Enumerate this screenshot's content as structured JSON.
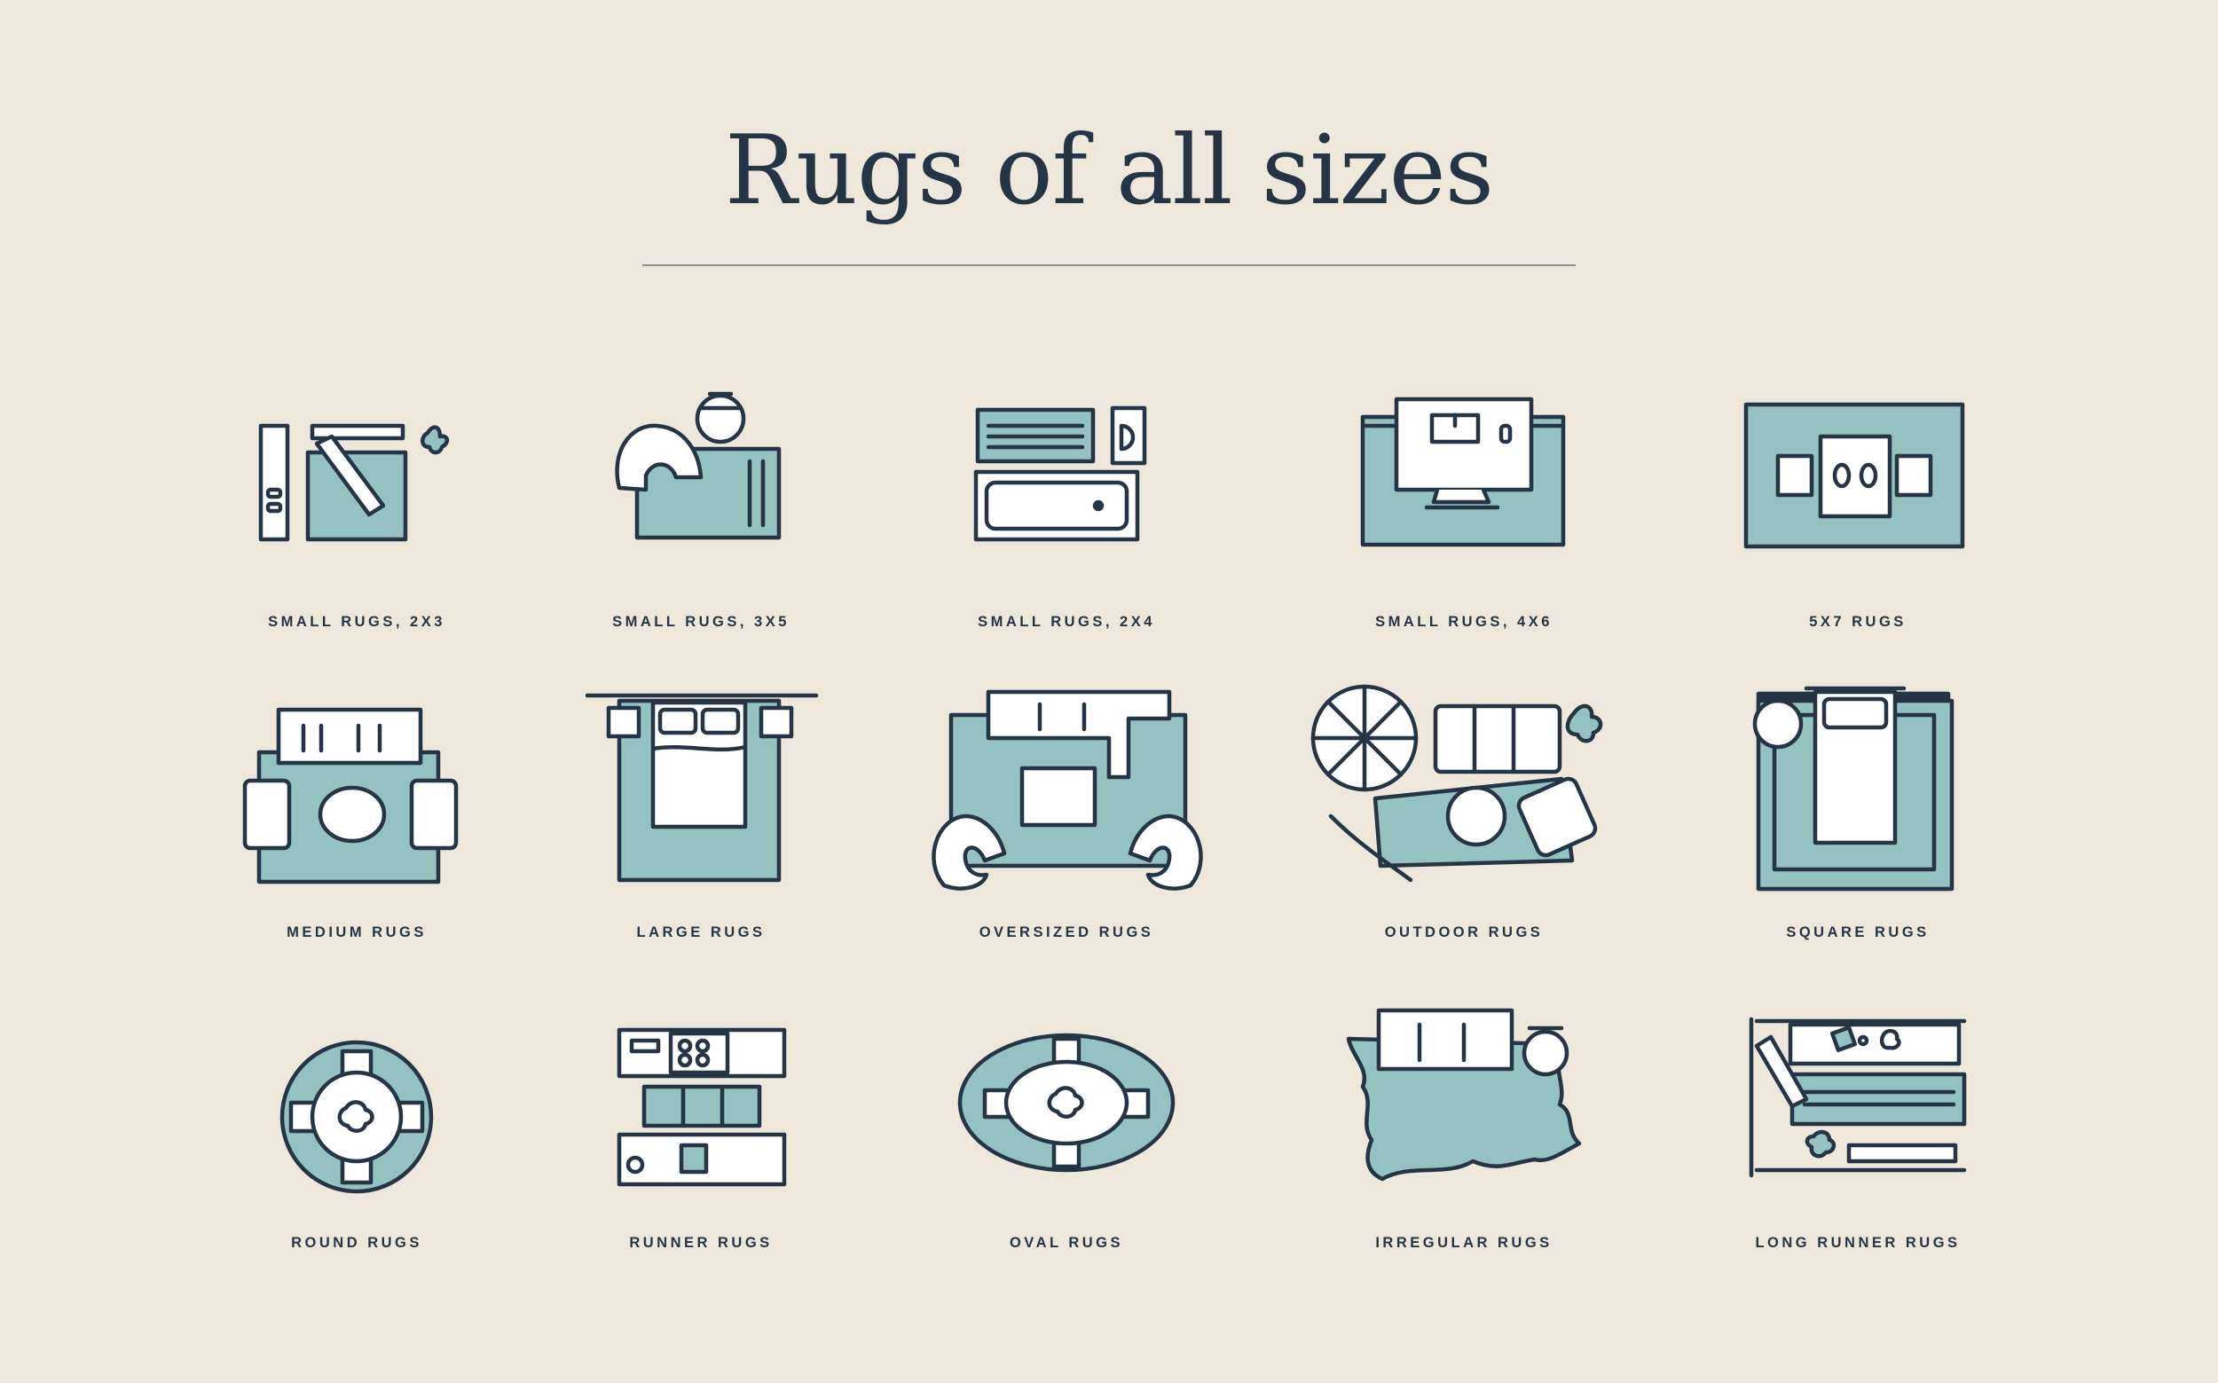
{
  "title": "Rugs of all sizes",
  "colors": {
    "background": "#eee7dc",
    "ink": "#253545",
    "rug_teal": "#94c2c0",
    "furniture": "#ffffff",
    "rule": "#8a9294"
  },
  "tiles": [
    {
      "label": "SMALL RUGS, 2X3",
      "icon": "small-rug-2x3-icon"
    },
    {
      "label": "SMALL RUGS, 3X5",
      "icon": "small-rug-3x5-icon"
    },
    {
      "label": "SMALL RUGS, 2X4",
      "icon": "small-rug-2x4-icon"
    },
    {
      "label": "SMALL RUGS, 4X6",
      "icon": "small-rug-4x6-icon"
    },
    {
      "label": "5X7 RUGS",
      "icon": "rug-5x7-icon"
    },
    {
      "label": "MEDIUM RUGS",
      "icon": "medium-rug-icon"
    },
    {
      "label": "LARGE RUGS",
      "icon": "large-rug-icon"
    },
    {
      "label": "OVERSIZED RUGS",
      "icon": "oversized-rug-icon"
    },
    {
      "label": "OUTDOOR RUGS",
      "icon": "outdoor-rug-icon"
    },
    {
      "label": "SQUARE RUGS",
      "icon": "square-rug-icon"
    },
    {
      "label": "ROUND RUGS",
      "icon": "round-rug-icon"
    },
    {
      "label": "RUNNER RUGS",
      "icon": "runner-rug-icon"
    },
    {
      "label": "OVAL RUGS",
      "icon": "oval-rug-icon"
    },
    {
      "label": "IRREGULAR RUGS",
      "icon": "irregular-rug-icon"
    },
    {
      "label": "LONG RUNNER RUGS",
      "icon": "long-runner-rug-icon"
    }
  ]
}
